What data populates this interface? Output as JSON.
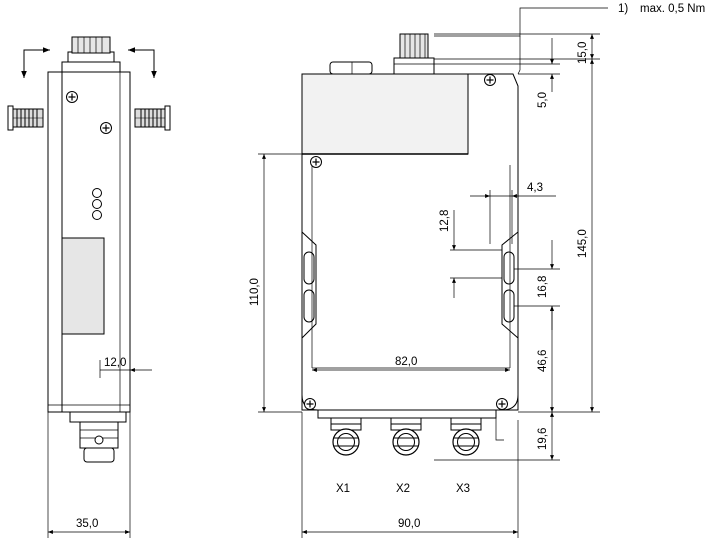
{
  "note": {
    "number": "1)",
    "text": "max. 0,5 Nm"
  },
  "dimensions": {
    "side_width": "35,0",
    "side_depth": "12,0",
    "front_width": "90,0",
    "inner_width": "82,0",
    "front_height": "110,0",
    "total_height": "145,0",
    "connector_height": "15,0",
    "step_height": "5,0",
    "slot_width": "4,3",
    "slot_length": "12,8",
    "slot_pitch": "16,8",
    "slot_offset": "46,6",
    "bottom_connector": "19,6"
  },
  "connectors": [
    "X1",
    "X2",
    "X3"
  ]
}
